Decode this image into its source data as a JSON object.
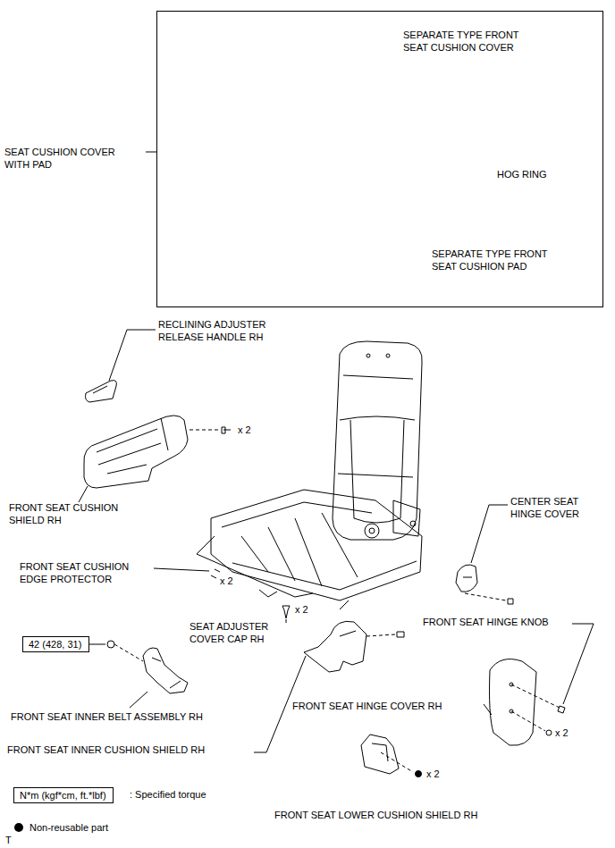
{
  "diagram": {
    "nodes": [
      {
        "text": [
          "SEAT CUSHION COVER WITH PAD",
          "SEPARATE TYPE FRONT SEAT CUSHION COVER",
          "HOG RING",
          "SEPARATE TYPE FRONT SEAT CUSHION PAD"
        ]
      },
      {
        "text": [
          "42 (428, 31)"
        ]
      },
      {
        "text": [
          "N*m (kgf*cm, ft.*lbf)"
        ]
      }
    ],
    "labels": [
      "RECLINING ADJUSTER RELEASE HANDLE RH",
      "x 2",
      "FRONT SEAT CUSHION SHIELD RH",
      "CENTER SEAT HINGE COVER",
      "FRONT SEAT CUSHION EDGE PROTECTOR",
      "x 2",
      "x 2",
      "SEAT ADJUSTER COVER CAP RH",
      "FRONT SEAT HINGE KNOB",
      "FRONT SEAT INNER BELT ASSEMBLY RH",
      "FRONT SEAT HINGE COVER RH",
      "x 2",
      "FRONT SEAT INNER CUSHION SHIELD RH",
      "x 2",
      "FRONT SEAT LOWER CUSHION SHIELD RH",
      "T"
    ],
    "legend": [
      {
        "text": ": Specified torque"
      },
      {
        "text": "Non-reusable part"
      }
    ]
  }
}
